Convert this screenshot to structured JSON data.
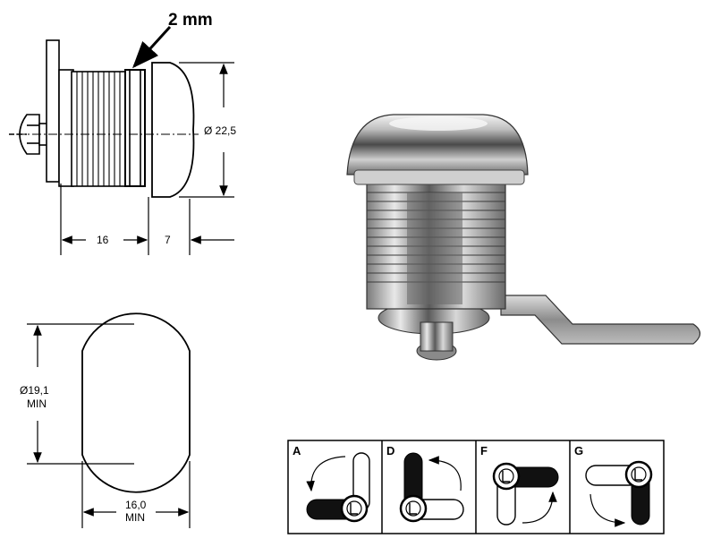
{
  "dimensions": {
    "flange_gap": "2 mm",
    "head_diameter": "Ø 22,5",
    "body_length": "16",
    "head_length": "7",
    "cutout_height_value": "Ø19,1",
    "cutout_height_qualifier": "MIN",
    "cutout_width_value": "16,0",
    "cutout_width_qualifier": "MIN"
  },
  "rotation_options": [
    {
      "label": "A"
    },
    {
      "label": "D"
    },
    {
      "label": "F"
    },
    {
      "label": "G"
    }
  ],
  "colors": {
    "line": "#000000",
    "metal_dark": "#555555",
    "metal_mid": "#9a9a9a",
    "metal_light": "#e6e6e6"
  }
}
